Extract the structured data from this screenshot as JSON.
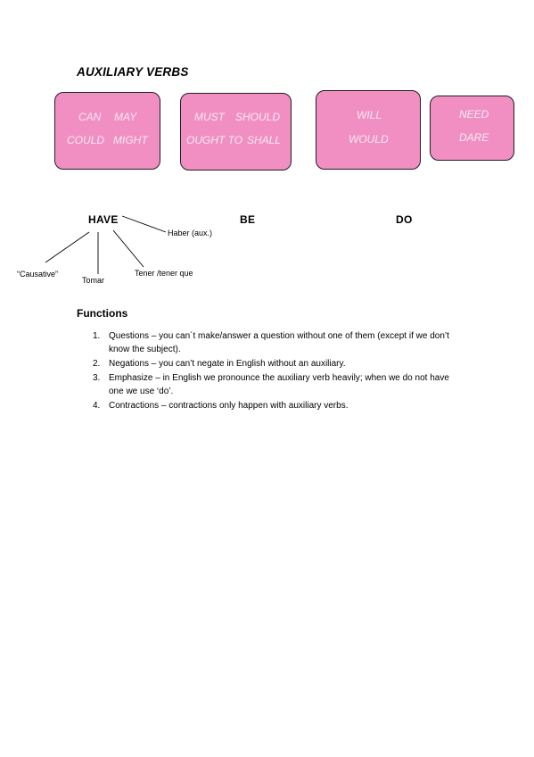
{
  "title": "AUXILIARY VERBS",
  "boxes": [
    {
      "lines": [
        "CAN",
        "MAY",
        "COULD",
        "MIGHT"
      ]
    },
    {
      "lines": [
        "MUST",
        "SHOULD",
        "OUGHT TO",
        "SHALL"
      ]
    },
    {
      "lines": [
        "WILL",
        "WOULD"
      ]
    },
    {
      "lines": [
        "NEED",
        "DARE"
      ]
    }
  ],
  "headings": {
    "have": "HAVE",
    "be": "BE",
    "do": "DO"
  },
  "have_meanings": {
    "haber": "Haber (aux.)",
    "causative": "“Causative”",
    "tomar": "Tomar",
    "tener": "Tener /tener que"
  },
  "functions": {
    "title": "Functions",
    "items": [
      {
        "num": "1.",
        "text": "Questions – you can´t make/answer a question without one of them (except if we don’t know the subject)."
      },
      {
        "num": "2.",
        "text": "Negations – you can’t negate in English without an auxiliary."
      },
      {
        "num": "3.",
        "text": "Emphasize – in English we pronounce the auxiliary verb heavily; when we do not have one we use ‘do’."
      },
      {
        "num": "4.",
        "text": "Contractions – contractions only happen with auxiliary verbs."
      }
    ]
  }
}
